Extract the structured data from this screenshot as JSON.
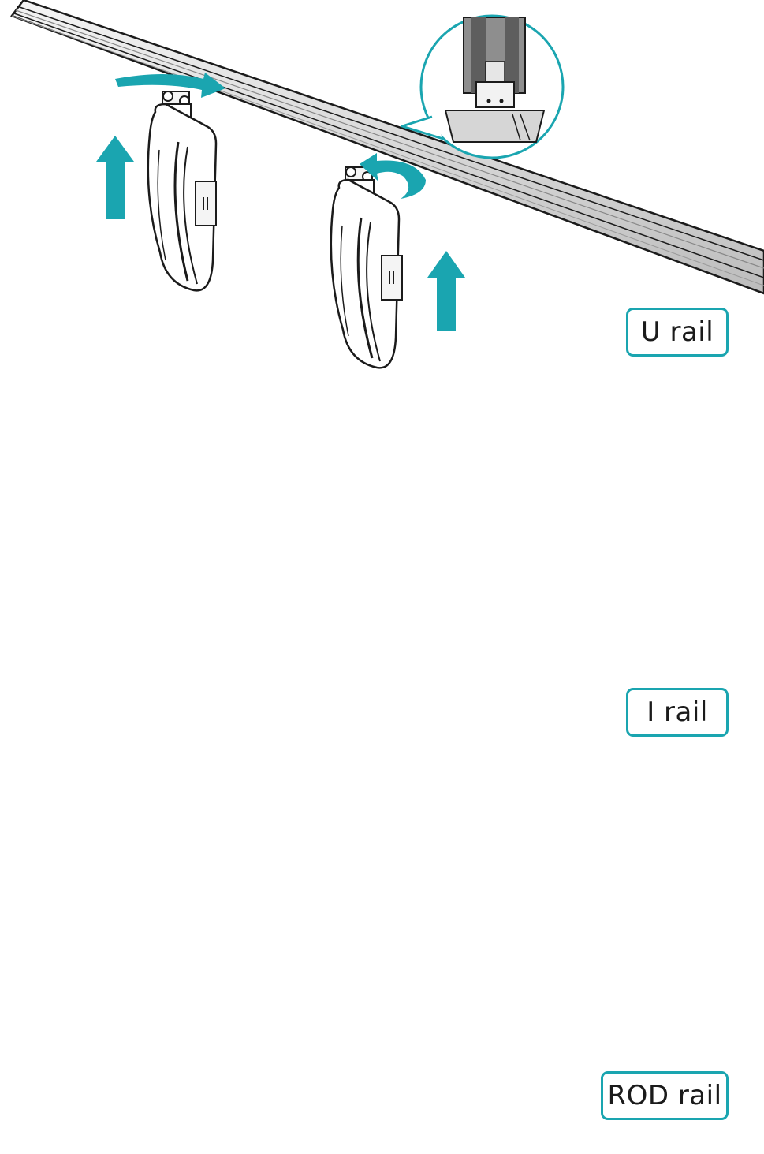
{
  "colors": {
    "accent": "#1aa5b0",
    "line": "#1b1b1b",
    "rail_fill": "#d9d9d9",
    "device_fill": "#ffffff"
  },
  "sections": [
    {
      "id": "u-rail",
      "label": "U rail"
    },
    {
      "id": "i-rail",
      "label": "I rail"
    },
    {
      "id": "rod-rail",
      "label": "ROD rail"
    }
  ],
  "icons": [
    "arrow-up-icon",
    "rotate-arrow-icon",
    "slide-arrow-icon",
    "zoom-callout-icon"
  ]
}
